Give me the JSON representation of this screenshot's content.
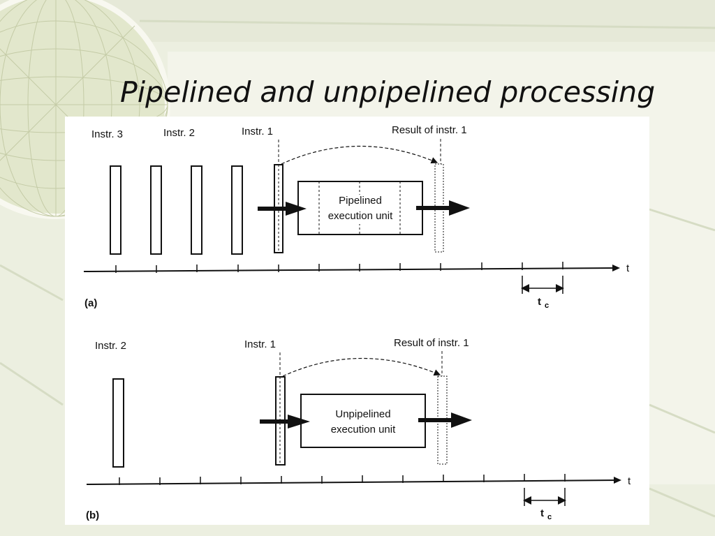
{
  "slide": {
    "title": "Pipelined and unpipelined processing"
  },
  "panel_a": {
    "panel_label": "(a)",
    "instr_labels": [
      "Instr. 3",
      "Instr. 2",
      "Instr. 1"
    ],
    "result_label": "Result of instr. 1",
    "unit_label_line1": "Pipelined",
    "unit_label_line2": "execution unit",
    "axis_label": "t",
    "cycle_label": "t",
    "cycle_subscript": "c"
  },
  "panel_b": {
    "panel_label": "(b)",
    "instr_labels": [
      "Instr. 2",
      "Instr. 1"
    ],
    "result_label": "Result of instr. 1",
    "unit_label_line1": "Unpipelined",
    "unit_label_line2": "execution unit",
    "axis_label": "t",
    "cycle_label": "t",
    "cycle_subscript": "c"
  }
}
